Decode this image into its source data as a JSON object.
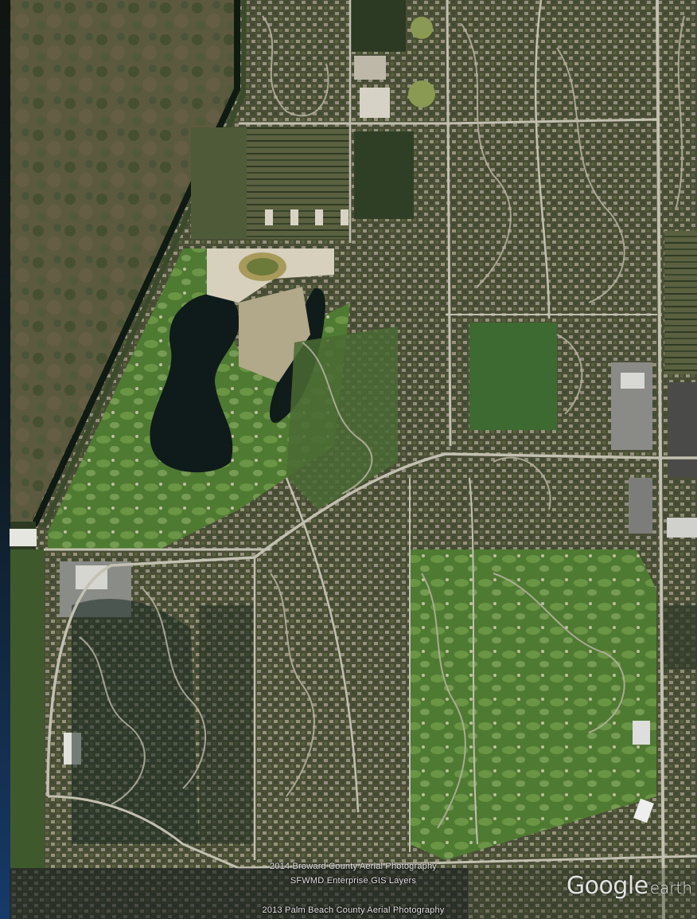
{
  "map": {
    "type": "satellite-aerial",
    "colors": {
      "left_bar": "#0f1a2b",
      "wetland": "#5a5a3a",
      "canal": "#0f1a12",
      "neighborhood": "#4e5238",
      "lake": "#0e1c1a",
      "golf": "#5f8a3a",
      "road": "#b8b8a8",
      "rooftops": "#c8c2b0",
      "sand": "#d8d2c0"
    }
  },
  "attribution": {
    "line1": "2014 Broward County Aerial Photography",
    "line2": "SFWMD Enterprise GIS Layers",
    "line3": "2013 Palm Beach County Aerial Photography"
  },
  "logo": {
    "brand": "Google",
    "product": "earth",
    "icon": "google-earth-logo"
  }
}
